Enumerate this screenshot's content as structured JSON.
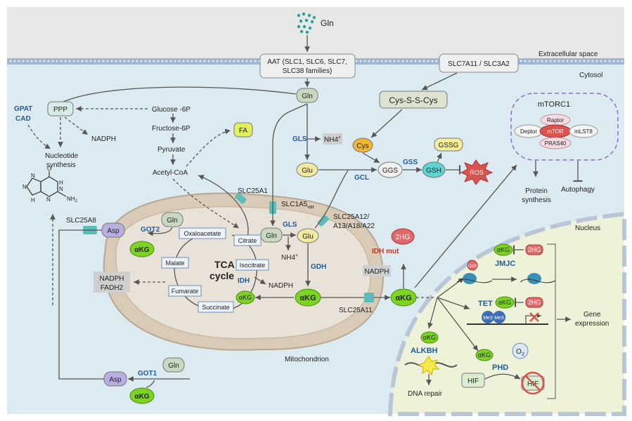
{
  "regions": {
    "extracellular": "Extracellular space",
    "cytosol": "Cytosol",
    "nucleus": "Nucleus",
    "mitochondrion": "Mitochondrion"
  },
  "transporters": {
    "aat_line1": "AAT (SLC1, SLC6, SLC7,",
    "aat_line2": "SLC38  families)",
    "xct": "SLC7A11 / SLC3A2",
    "slc25a1": "SLC25A1",
    "slc1a5": "SLC1A5",
    "slc1a5_sub": "var",
    "slc25a12_line1": "SLC25A12/",
    "slc25a12_line2": "A13/A18/A22",
    "slc25a8": "SLC25A8",
    "slc25a11": "SLC25A11"
  },
  "metabolites": {
    "gln_top": "Gln",
    "gln_cyto": "Gln",
    "cys_s_s_cys": "Cys-S-S-Cys",
    "cys": "Cys",
    "glu_cyto": "Glu",
    "ggs": "GGS",
    "gsh": "GSH",
    "gssg": "GSSG",
    "ros": "ROS",
    "nh4": "NH4",
    "nh4_sup": "+",
    "ppp": "PPP",
    "glucose6p": "Glucose -6P",
    "fructose6p": "Fructose-6P",
    "pyruvate": "Pyruvate",
    "acetylcoa": "Acetyl-CoA",
    "fa": "FA",
    "nadph_ppp": "NADPH",
    "nucleotide_line1": "Nucleotide",
    "nucleotide_line2": "synthesis",
    "gln_mito": "Gln",
    "glu_mito": "Glu",
    "gln_mito2": "Gln",
    "asp_mito": "Asp",
    "akg_mito1": "αKG",
    "akg_mito_main": "αKG",
    "akg_tca": "αKG",
    "nadph_mito": "NADPH",
    "nh4_mito": "NH4",
    "nadph_fadh2_line1": "NADPH",
    "nadph_fadh2_line2": "FADH2",
    "twohg": "2HG",
    "nadph_2hg": "NADPH",
    "akg_cyto": "αKG",
    "asp_cyto": "Asp",
    "gln_bottom": "Gln",
    "akg_bottom": "αKG",
    "purine_o": "O",
    "purine_h1": "H",
    "purine_h2": "H",
    "purine_n1": "N",
    "purine_n2": "N",
    "purine_n3": "N",
    "purine_n4": "N",
    "purine_nh2": "NH",
    "purine_nh2_sub": "2"
  },
  "tca": {
    "title_line1": "TCA",
    "title_line2": "cycle",
    "oxaloacetate": "Oxaloacetate",
    "citrate": "Citrate",
    "isocitrate": "Isocitrate",
    "malate": "Malate",
    "fumarate": "Fumarate",
    "succinate": "Succinate"
  },
  "enzymes": {
    "gls_cyto": "GLS",
    "gls_mito": "GLS",
    "gcl": "GCL",
    "gss": "GSS",
    "got2": "GOT2",
    "got1": "GOT1",
    "idh": "IDH",
    "gdh": "GDH",
    "idh_mut": "IDH mut",
    "gpat": "GPAT",
    "cad": "CAD"
  },
  "mtorc1": {
    "title": "mTORC1",
    "raptor": "Raptor",
    "deptor": "Deptor",
    "mtor": "mTOR",
    "mlst8": "mLST8",
    "pras40": "PRAS40",
    "protein_line1": "Protein",
    "protein_line2": "synthesis",
    "autophagy": "Autophagy"
  },
  "nucleus": {
    "akg_jmjc": "αKG",
    "twohg_jmjc": "2HG",
    "jmjc": "JMJC",
    "ch3": "CH3",
    "tet": "TET",
    "akg_tet": "αKG",
    "twohg_tet": "2HG",
    "me3_a": "Me3",
    "me3_b": "Me3",
    "gene_line1": "Gene",
    "gene_line2": "expression",
    "akg_alkbh": "αKG",
    "alkbh": "ALKBH",
    "dna_repair": "DNA repair",
    "akg_phd": "αKG",
    "phd": "PHD",
    "o2": "O",
    "o2_sub": "2",
    "hif": "HIF",
    "hif_blocked": "HIF"
  },
  "colors": {
    "extracellular_bg": "#e8e8e8",
    "cytosol_bg": "#dcebf2",
    "nucleus_bg": "#eef2d9",
    "mito_outer": "#d9cbb8",
    "mito_inner": "#e9e2d8",
    "akg_green": "#7dd321",
    "glu_yellow": "#f3e9a0",
    "gln_green": "#c9d9c0",
    "asp_purple": "#b9aee0",
    "transporter_teal": "#5bbcbc",
    "ros_red": "#d9534f",
    "enzyme_blue": "#1f5c99"
  }
}
